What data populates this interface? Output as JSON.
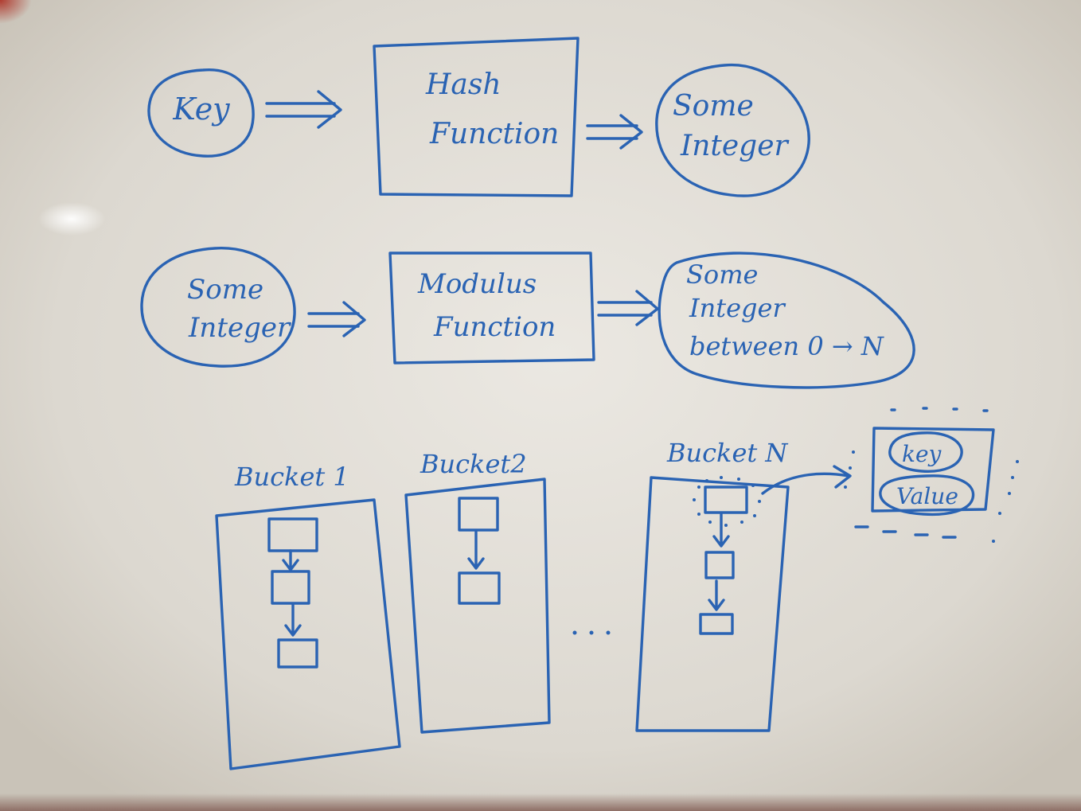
{
  "row1": {
    "input": "Key",
    "process": [
      "Hash",
      "Function"
    ],
    "output": [
      "Some",
      "Integer"
    ]
  },
  "row2": {
    "input": [
      "Some",
      "Integer"
    ],
    "process": [
      "Modulus",
      "Function"
    ],
    "output": [
      "Some",
      "Integer",
      "between 0 → N"
    ]
  },
  "buckets": [
    {
      "label": "Bucket 1",
      "nodes": 3
    },
    {
      "label": "Bucket2",
      "nodes": 2
    },
    {
      "label": "Bucket N",
      "nodes": 3
    }
  ],
  "ellipsis": ". . .",
  "entry": {
    "key": "key",
    "value": "Value"
  },
  "ink_color": "#2a63b3"
}
